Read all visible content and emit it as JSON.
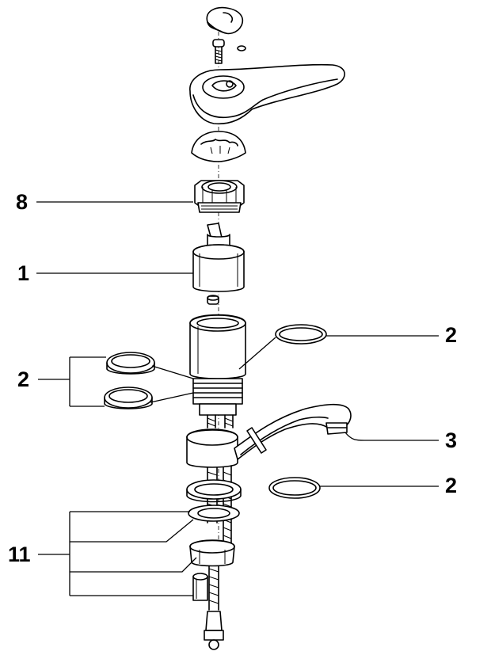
{
  "diagram": {
    "callouts": [
      {
        "id": "c8",
        "label": "8"
      },
      {
        "id": "c1",
        "label": "1"
      },
      {
        "id": "c2a",
        "label": "2"
      },
      {
        "id": "c2b",
        "label": "2"
      },
      {
        "id": "c3",
        "label": "3"
      },
      {
        "id": "c2c",
        "label": "2"
      },
      {
        "id": "c11",
        "label": "11"
      }
    ]
  }
}
